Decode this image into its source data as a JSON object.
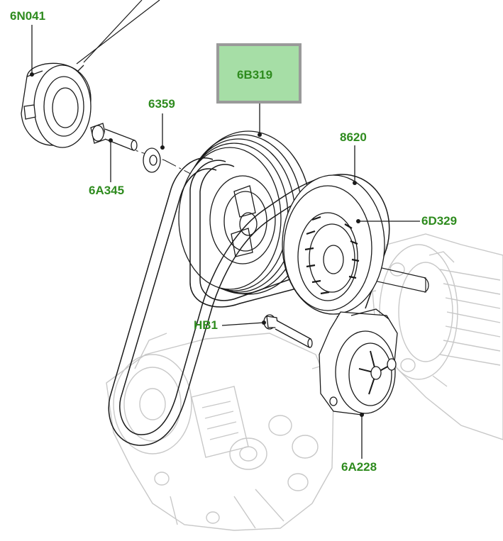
{
  "colors": {
    "label": "#2e8b1e",
    "highlight_fill": "#a6dea6",
    "highlight_border": "#9a9a9a",
    "line_dark": "#1a1a1a",
    "line_light": "#c8c8c8"
  },
  "parts": [
    {
      "id": "6N041",
      "label": "6N041"
    },
    {
      "id": "6B319",
      "label": "6B319",
      "highlighted": true
    },
    {
      "id": "6359",
      "label": "6359"
    },
    {
      "id": "8620",
      "label": "8620"
    },
    {
      "id": "6A345",
      "label": "6A345"
    },
    {
      "id": "6D329",
      "label": "6D329"
    },
    {
      "id": "HB1",
      "label": "HB1"
    },
    {
      "id": "6A228",
      "label": "6A228"
    }
  ]
}
